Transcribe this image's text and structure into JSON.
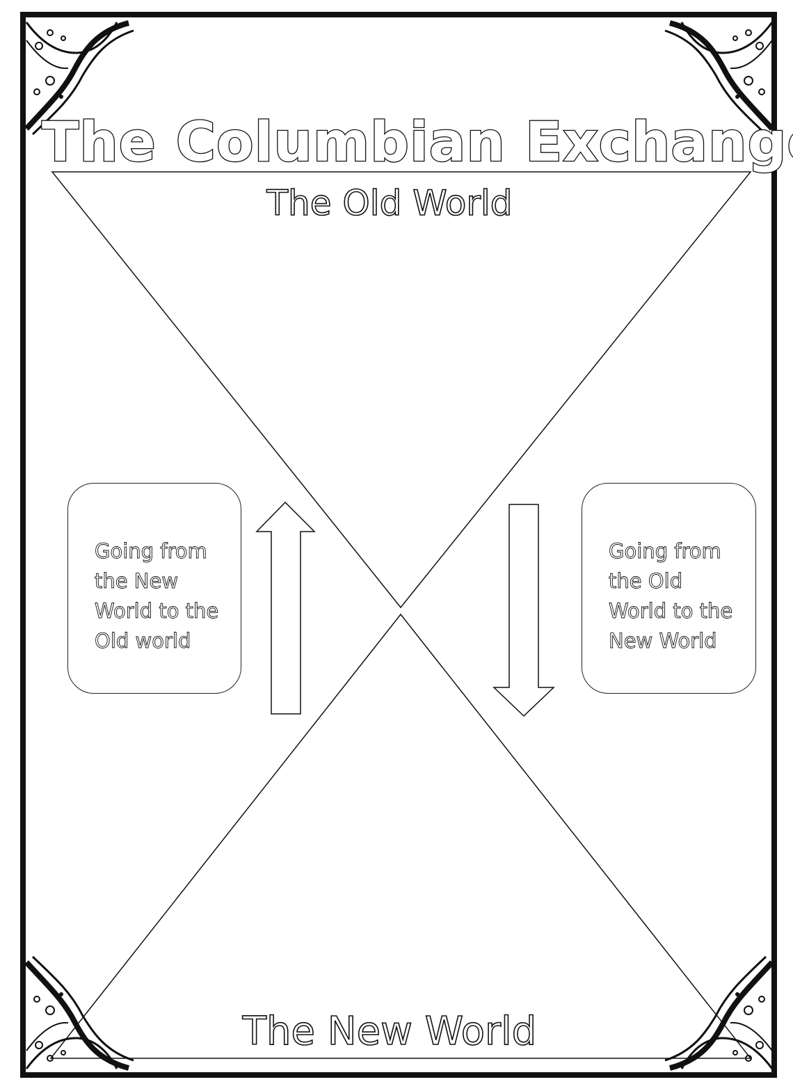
{
  "worksheet": {
    "title": "The Columbian Exchange",
    "top_label": "The Old World",
    "bottom_label": "The New World",
    "left_note": "Going from\nthe New\nWorld to the\nOld world",
    "right_note": "Going from\nthe Old\nWorld to the\nNew World"
  },
  "colors": {
    "ink": "#111111",
    "paper": "#ffffff"
  },
  "icons": {
    "left_arrow": "arrow-up-icon",
    "right_arrow": "arrow-down-icon",
    "corners": "decorative-corner-icon"
  }
}
